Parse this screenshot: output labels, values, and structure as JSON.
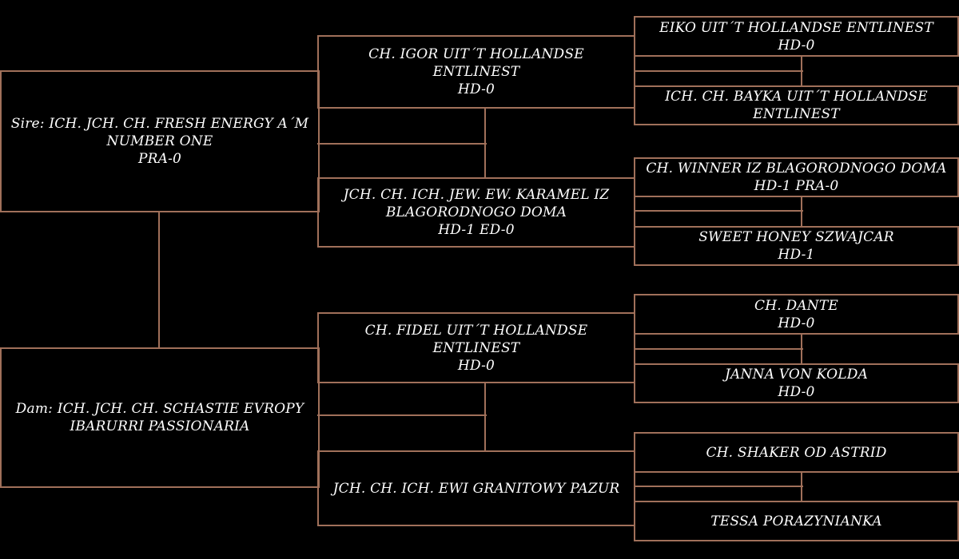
{
  "colors": {
    "background": "#000000",
    "border": "#a0705a",
    "text": "#ffffff"
  },
  "pedigree": {
    "sire": {
      "prefix": "Sire:",
      "name": "ICH. JCH. CH. FRESH ENERGY A´M NUMBER ONE",
      "tag": "PRA-0"
    },
    "dam": {
      "prefix": "Dam:",
      "name": "ICH. JCH. CH. SCHASTIE EVROPY IBARURRI PASSIONARIA",
      "tag": ""
    },
    "sire_sire": {
      "name": "CH. IGOR UIT´T HOLLANDSE ENTLINEST",
      "tag": "HD-0"
    },
    "sire_dam": {
      "name": "JCH. CH. ICH. JEW. EW. KARAMEL IZ BLAGORODNOGO DOMA",
      "tag": "HD-1 ED-0"
    },
    "dam_sire": {
      "name": "CH. FIDEL UIT´T HOLLANDSE ENTLINEST",
      "tag": "HD-0"
    },
    "dam_dam": {
      "name": "JCH. CH. ICH. EWI GRANITOWY PAZUR",
      "tag": ""
    },
    "sire_sire_sire": {
      "name": "EIKO UIT´T HOLLANDSE ENTLINEST",
      "tag": "HD-0"
    },
    "sire_sire_dam": {
      "name": "ICH. CH. BAYKA UIT´T HOLLANDSE ENTLINEST",
      "tag": ""
    },
    "sire_dam_sire": {
      "name": "CH. WINNER IZ BLAGORODNOGO DOMA",
      "tag": "HD-1 PRA-0"
    },
    "sire_dam_dam": {
      "name": "SWEET HONEY SZWAJCAR",
      "tag": "HD-1"
    },
    "dam_sire_sire": {
      "name": "CH. DANTE",
      "tag": "HD-0"
    },
    "dam_sire_dam": {
      "name": "JANNA VON KOLDA",
      "tag": "HD-0"
    },
    "dam_dam_sire": {
      "name": "CH. SHAKER OD ASTRID",
      "tag": ""
    },
    "dam_dam_dam": {
      "name": "TESSA PORAZYNIANKA",
      "tag": ""
    }
  }
}
